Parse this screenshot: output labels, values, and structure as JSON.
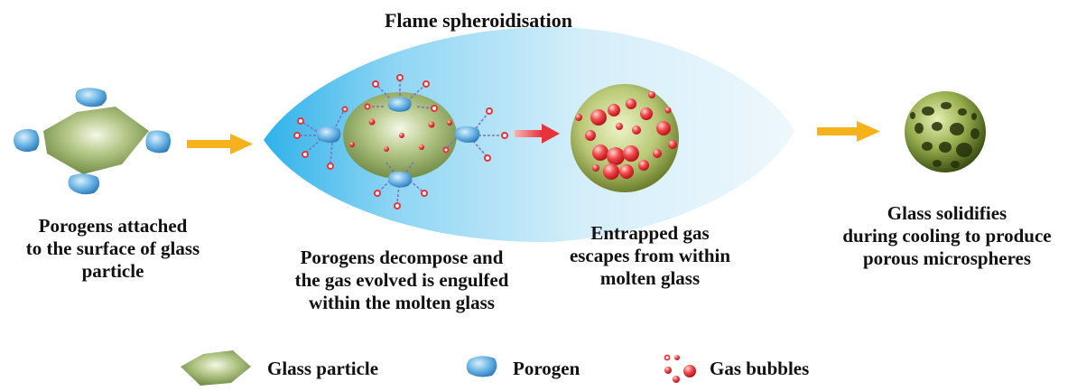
{
  "title": "Flame spheroidisation",
  "steps": [
    {
      "caption": "Porogens attached\nto the surface of glass\nparticle"
    },
    {
      "caption": "Porogens decompose and\nthe gas evolved is engulfed\nwithin the molten glass"
    },
    {
      "caption": "Entrapped gas\nescapes from within\nmolten glass"
    },
    {
      "caption": "Glass solidifies\nduring cooling to produce\nporous microspheres"
    }
  ],
  "legend": [
    {
      "label": "Glass particle",
      "icon": "glass-particle-icon"
    },
    {
      "label": "Porogen",
      "icon": "porogen-icon"
    },
    {
      "label": "Gas bubbles",
      "icon": "gas-bubbles-icon"
    }
  ],
  "colors": {
    "flame": "#39b6ec",
    "glass": "#8fa864",
    "porogen": "#4fa3dc",
    "bubble": "#e8323c",
    "arrow": "#f6b21a",
    "red_arrow": "#e8323c"
  }
}
